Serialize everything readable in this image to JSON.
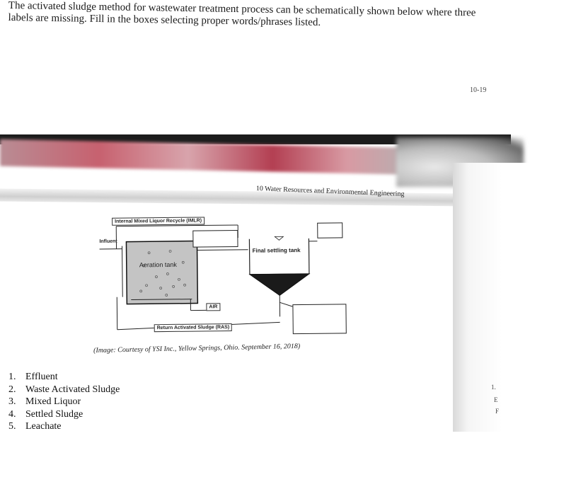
{
  "question": {
    "text": "The activated sludge method for wastewater treatment process can be schematically shown below where three labels are missing. Fill in the boxes selecting proper words/phrases listed."
  },
  "page_number": "10-19",
  "book_header": "10  Water Resources and Environmental Engineering",
  "diagram": {
    "imlr_label": "Internal Mixed Liquor Recycle (IMLR)",
    "influent_label": "Influent",
    "aeration_tank_label": "Aeration tank",
    "final_settling_tank_label": "Final settling tank",
    "air_label": "AIR",
    "ras_label": "Return Activated Sludge (RAS)"
  },
  "caption": "(Image: Courtesy of YSI Inc., Yellow Springs, Ohio. September 16, 2018)",
  "right_margin_marks": [
    "1.",
    "E",
    "F"
  ],
  "options": [
    {
      "num": "1.",
      "label": "Effluent"
    },
    {
      "num": "2.",
      "label": "Waste Activated Sludge"
    },
    {
      "num": "3.",
      "label": "Mixed Liquor"
    },
    {
      "num": "4.",
      "label": "Settled Sludge"
    },
    {
      "num": "5.",
      "label": "Leachate"
    }
  ]
}
